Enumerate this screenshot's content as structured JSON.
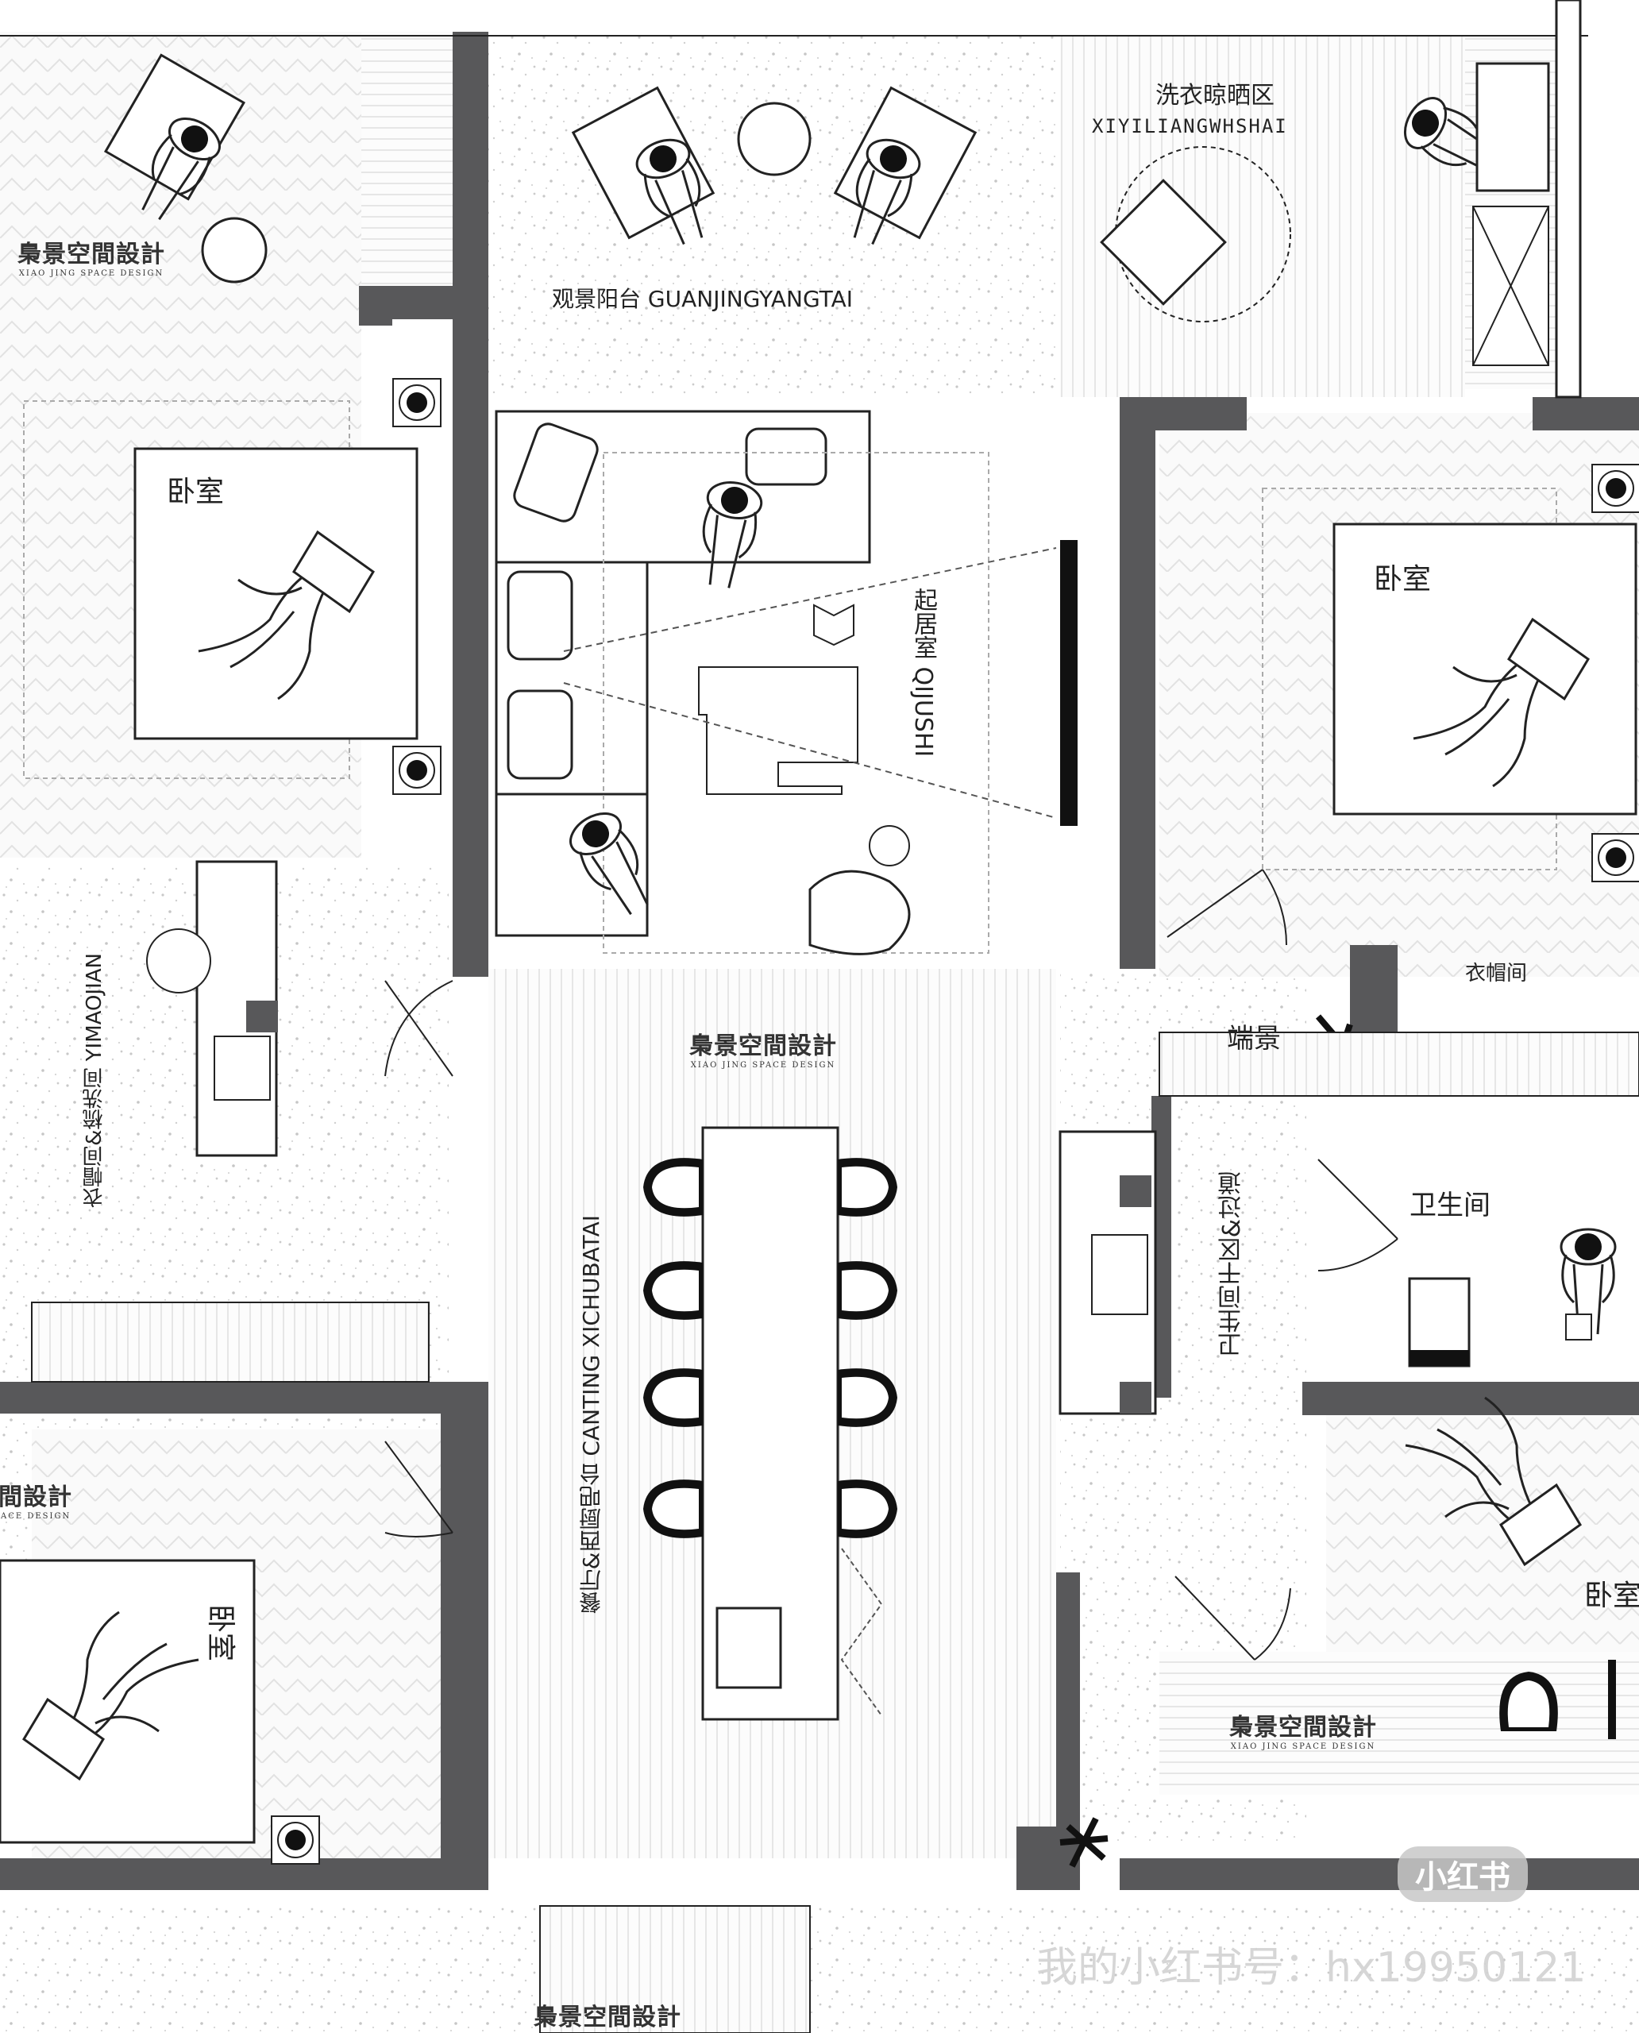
{
  "rooms": {
    "balcony": {
      "label": "观景阳台 GUANJINGYANGTAI"
    },
    "laundry": {
      "label_cn": "洗衣晾晒区",
      "label_en": "XIYILIANGWHSHAI"
    },
    "bedroom_top_left": {
      "label": "卧室"
    },
    "bedroom_right": {
      "label": "卧室"
    },
    "bedroom_bottom_left": {
      "label": "卧室"
    },
    "bedroom_bottom_right": {
      "label": "卧室"
    },
    "living": {
      "label": "起居室 QIJUSHI"
    },
    "cloakroom_left": {
      "label": "衣帽间&梳洗间 YIMAOJIAN"
    },
    "cloakroom_right": {
      "label": "衣帽间"
    },
    "entry_view": {
      "label": "端景"
    },
    "dining": {
      "label": "餐厅&西厨吧台 CANTING XICHUBATAI"
    },
    "bath_dry": {
      "label": "卫生间干区&过道"
    },
    "bathroom": {
      "label": "卫生间"
    }
  },
  "brand": {
    "cn": "梟景空間設計",
    "en": "XIAO JING SPACE DESIGN"
  },
  "watermark": {
    "text": "我的小红书号：hx19950121",
    "logo": "小红书"
  },
  "colors": {
    "wall": "#58585a",
    "line": "#222222",
    "floor_texture": "#cfcfcf"
  },
  "icons": [
    "person-icon",
    "bed-icon",
    "sofa-icon",
    "chair-icon",
    "sink-icon",
    "toilet-icon",
    "plant-icon",
    "column-icon"
  ]
}
